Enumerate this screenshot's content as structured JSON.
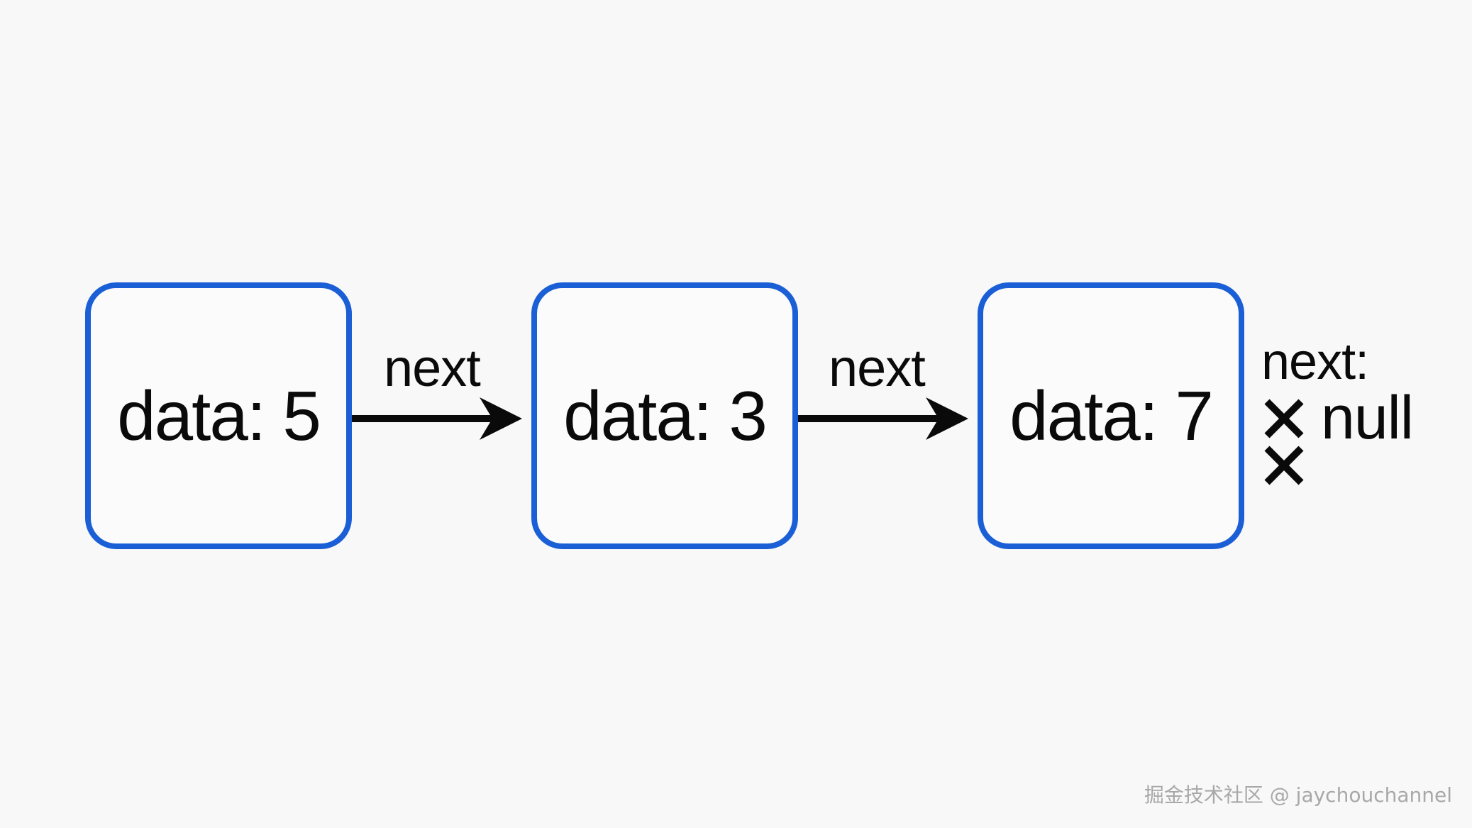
{
  "diagram": {
    "nodes": [
      {
        "label": "data: 5"
      },
      {
        "label": "data: 3"
      },
      {
        "label": "data: 7"
      }
    ],
    "edges": [
      {
        "label": "next"
      },
      {
        "label": "next"
      }
    ],
    "tail": {
      "pointer_label": "next:",
      "null_label": "null"
    },
    "colors": {
      "node_border": "#1a5fd6",
      "text": "#0a0a0a",
      "background": "#f8f8f8"
    },
    "watermark": "掘金技术社区 @ jaychouchannel"
  }
}
